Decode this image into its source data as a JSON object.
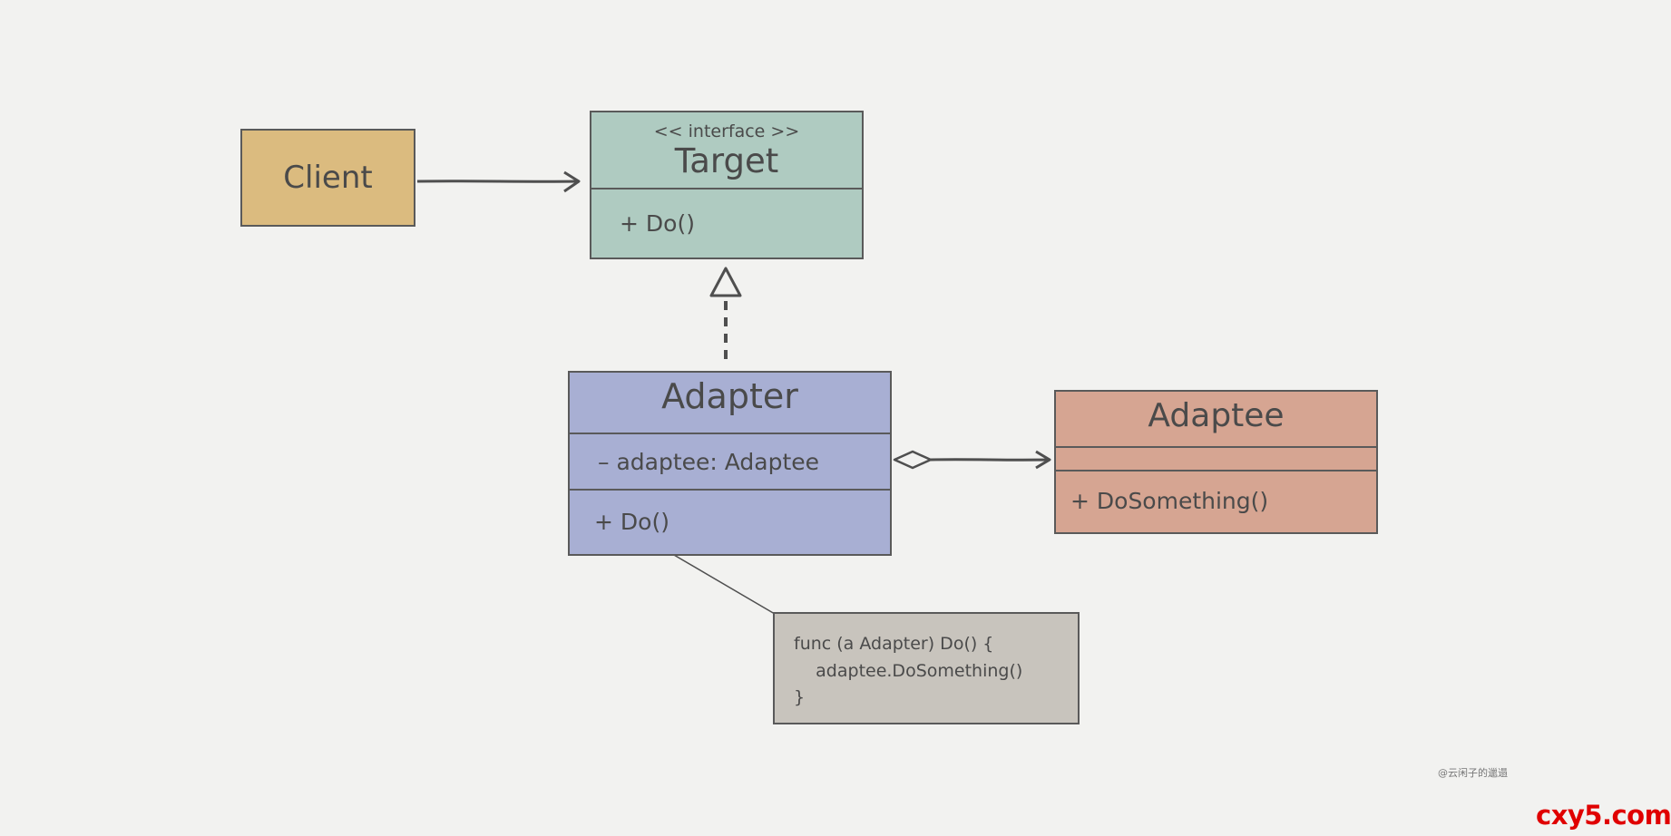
{
  "client": {
    "name": "Client"
  },
  "target": {
    "stereotype": "<< interface >>",
    "name": "Target",
    "methods": [
      "+ Do()"
    ]
  },
  "adapter": {
    "name": "Adapter",
    "fields": [
      "– adaptee: Adaptee"
    ],
    "methods": [
      "+ Do()"
    ]
  },
  "adaptee": {
    "name": "Adaptee",
    "methods": [
      "+ DoSomething()"
    ]
  },
  "note": {
    "lines": [
      "func (a Adapter) Do() {",
      "    adaptee.DoSomething()",
      "}"
    ]
  },
  "watermark": "@云闲子的邋遢",
  "brand": "cxy5.com",
  "colors": {
    "client": "#dbbb7f",
    "target": "#afcbc1",
    "adapter": "#a8afd3",
    "adaptee": "#d6a592",
    "note": "#c8c4bd",
    "line": "#4f4f4f",
    "brand": "#e00000"
  }
}
